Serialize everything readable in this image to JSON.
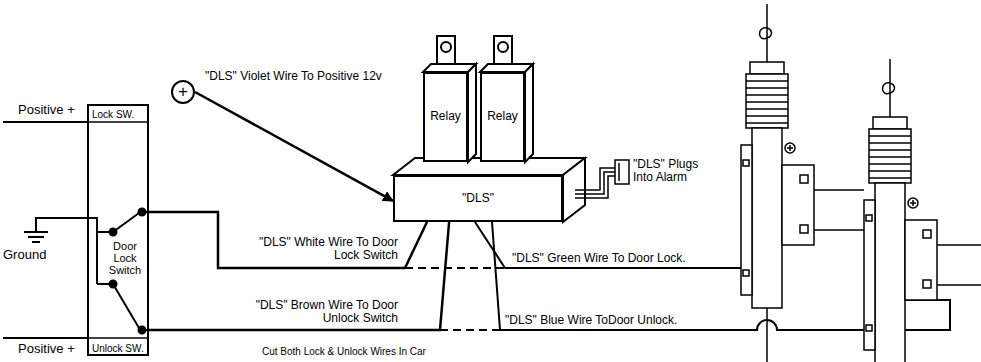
{
  "diagram": {
    "nodes": [
      {
        "text": [
          "+"
        ]
      },
      {
        "text": [
          "Relay"
        ]
      },
      {
        "text": [
          "Relay"
        ]
      },
      {
        "text": [
          "\"DLS\""
        ]
      },
      {
        "text": [
          "Lock SW.",
          "Door Lock Switch",
          "Unlock SW."
        ]
      }
    ],
    "edges": [
      {
        "from": 0,
        "to": 3,
        "arrow": "to",
        "label": "\"DLS\" Violet Wire To Positive 12v"
      },
      {
        "from": 3,
        "to": 4,
        "arrow": "none",
        "label": "\"DLS\" White Wire To Door Lock Switch"
      },
      {
        "from": 3,
        "to": 4,
        "arrow": "none",
        "label": "\"DLS\" Brown Wire To Door Unlock Switch"
      }
    ],
    "labels": [
      "Positive +",
      "Ground",
      "Positive +",
      "\"DLS\" Plugs Into Alarm",
      "\"DLS\" Green Wire To Door Lock.",
      "\"DLS\" Blue Wire ToDoor Unlock.",
      "Cut Both Lock & Unlock Wires In Car"
    ]
  }
}
